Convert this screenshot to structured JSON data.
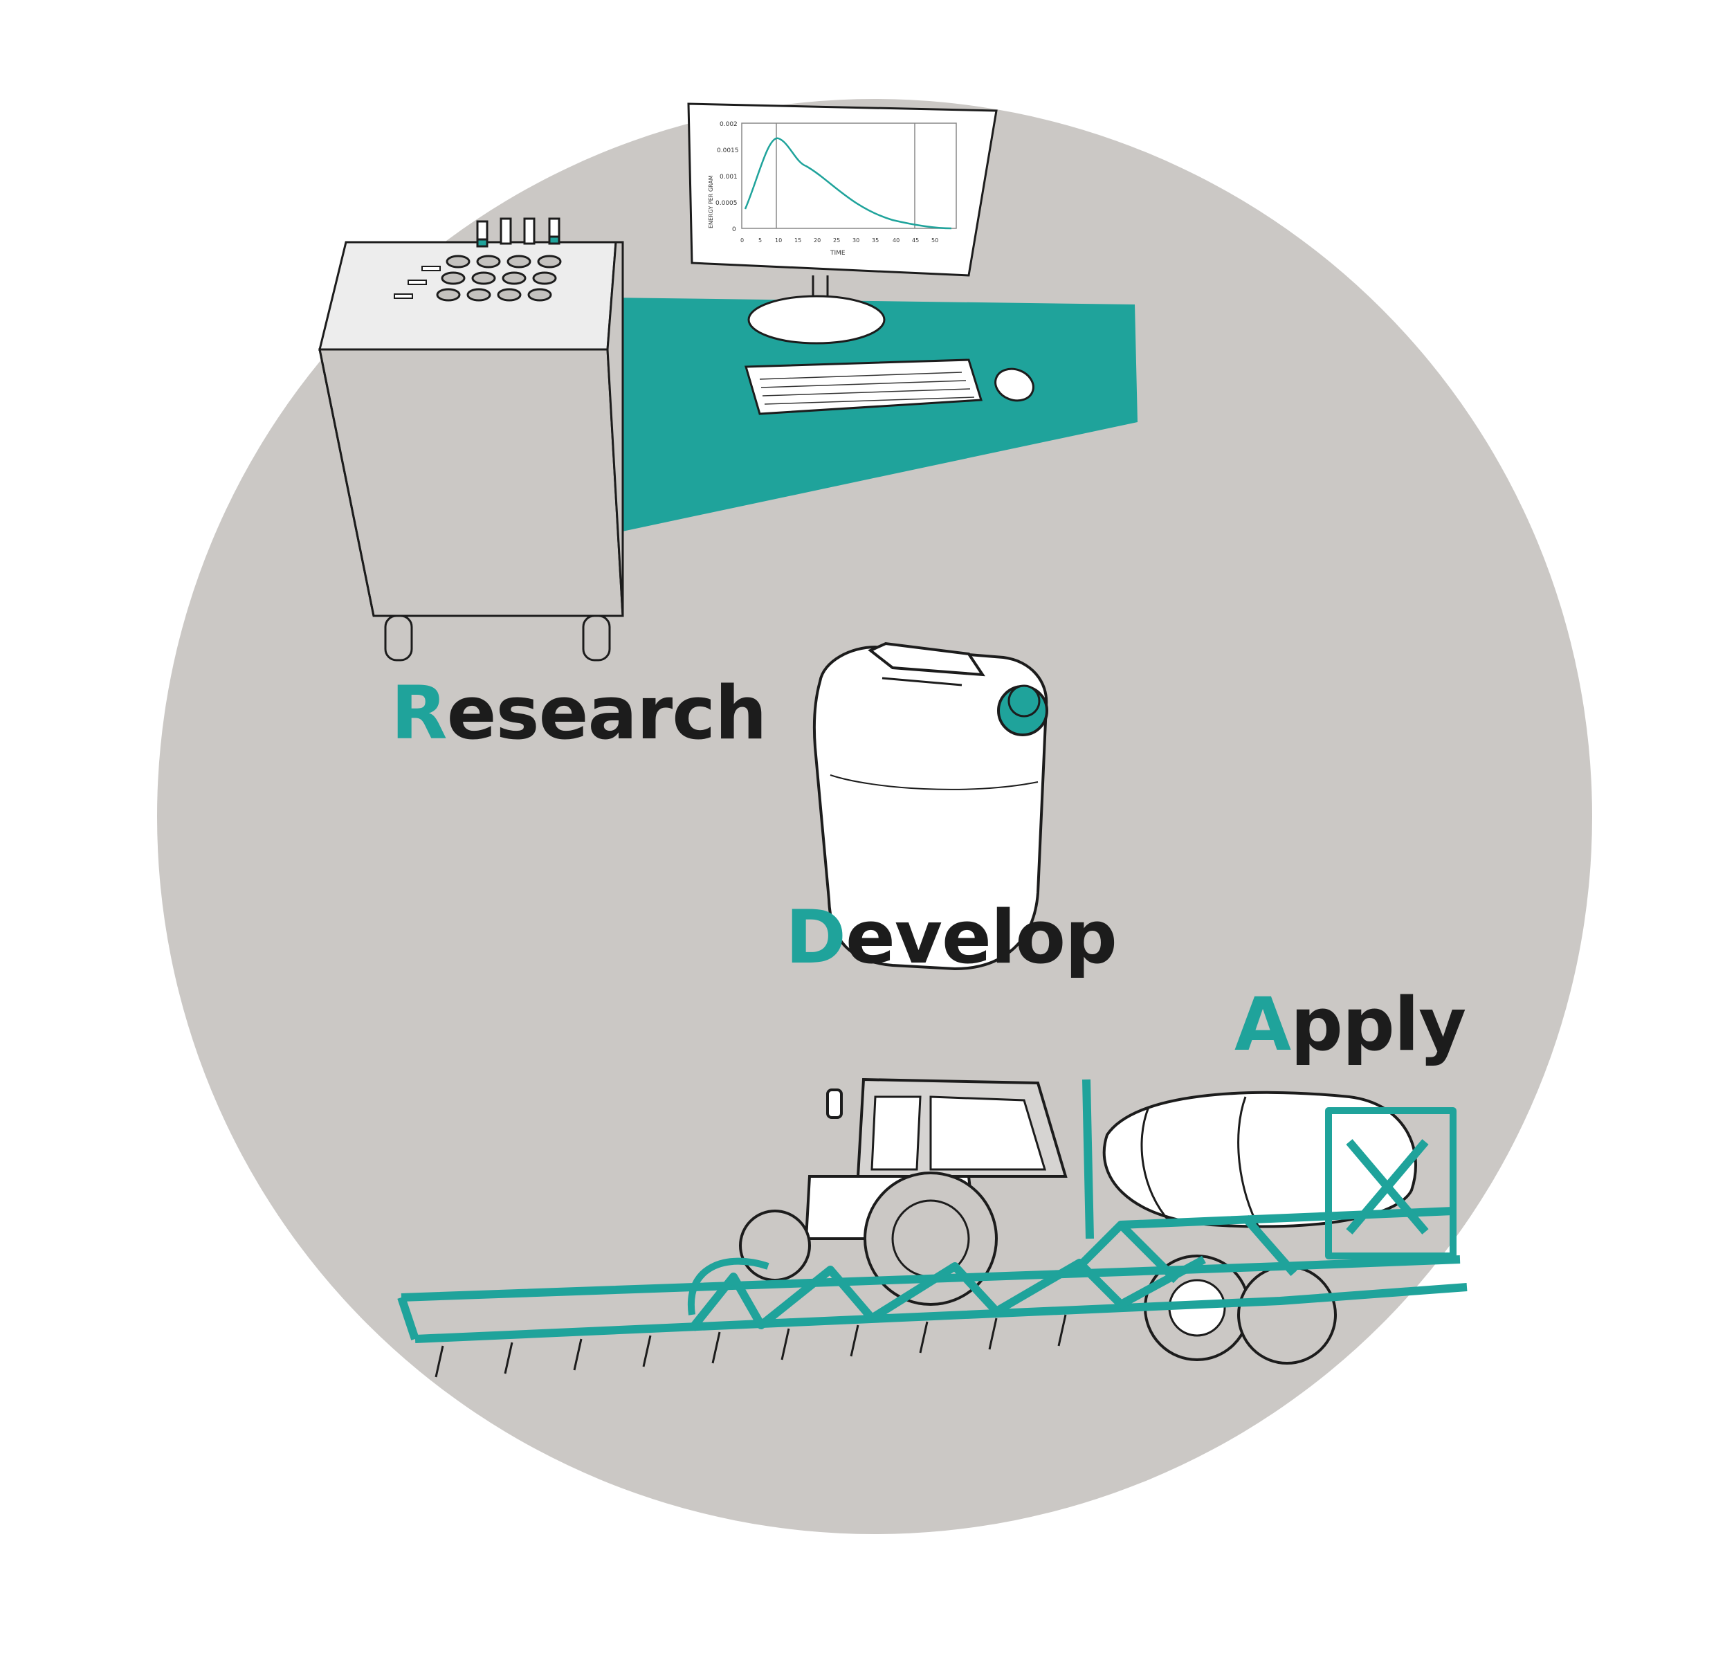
{
  "labels": {
    "research": {
      "initial": "R",
      "rest": "esearch"
    },
    "develop": {
      "initial": "D",
      "rest": "evelop"
    },
    "apply": {
      "initial": "A",
      "rest": "pply"
    }
  },
  "monitor_chart": {
    "ylabel": "ENERGY PER GRAM",
    "xlabel": "TIME",
    "y_ticks": [
      "0.002",
      "0.0015",
      "0.001",
      "0.0005",
      "0"
    ],
    "x_ticks": [
      "0",
      "5",
      "10",
      "15",
      "20",
      "25",
      "30",
      "35",
      "40",
      "45",
      "50"
    ]
  },
  "colors": {
    "accent": "#1fa39b",
    "circle": "#cbc8c5",
    "ink": "#1c1c1c"
  },
  "icons": [
    "calorimeter-cabinet-icon",
    "computer-monitor-icon",
    "keyboard-icon",
    "mouse-icon",
    "jerrycan-icon",
    "tractor-sprayer-icon"
  ]
}
